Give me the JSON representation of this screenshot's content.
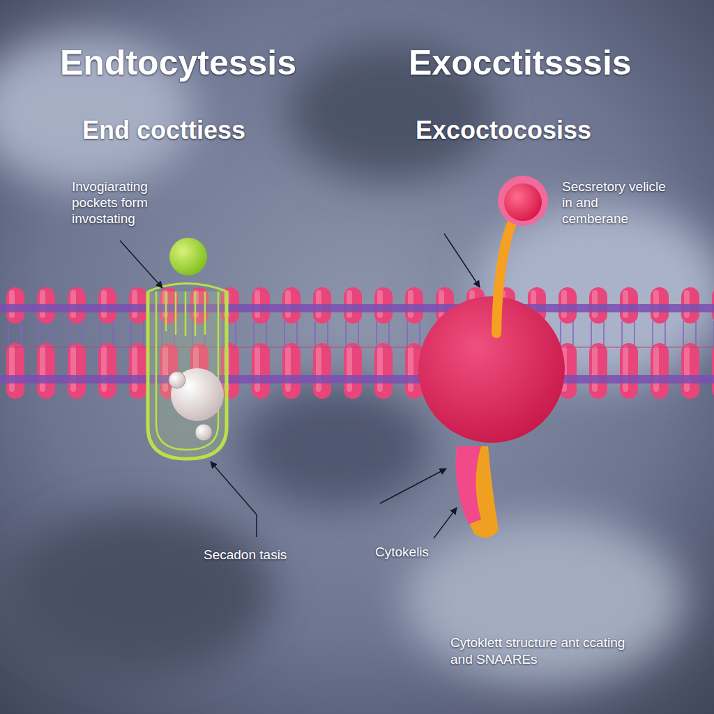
{
  "diagram": {
    "labels": [
      "Endtocytessis",
      "Exocctitsssis",
      "End cocttiess",
      "Excoctocosiss",
      "Invogiarating pockets form invostating",
      "Secsretory velicle in and cemberane",
      "Secadon tasis",
      "Cytokelis",
      "Cytoklett structure ant ccating and SNAAREs"
    ]
  }
}
